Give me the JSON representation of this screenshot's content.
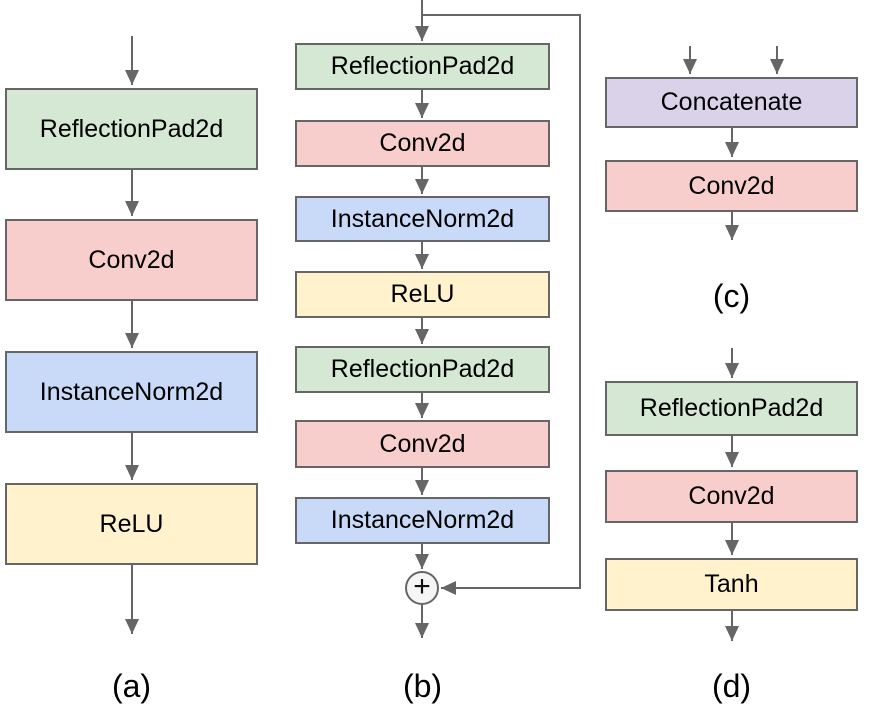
{
  "colors": {
    "reflection_pad_fill": "#d5e8d4",
    "conv_fill": "#f8cecc",
    "instance_norm_fill": "#c9daf8",
    "activation_fill": "#fff2cc",
    "concatenate_fill": "#d9d2e9",
    "box_border": "#666666",
    "connector_line": "#666666",
    "plus_circle_fill": "#f5f5f5",
    "text": "#000000"
  },
  "columns": {
    "a": {
      "label": "(a)",
      "blocks": [
        "ReflectionPad2d",
        "Conv2d",
        "InstanceNorm2d",
        "ReLU"
      ]
    },
    "b": {
      "label": "(b)",
      "blocks": [
        "ReflectionPad2d",
        "Conv2d",
        "InstanceNorm2d",
        "ReLU",
        "ReflectionPad2d",
        "Conv2d",
        "InstanceNorm2d"
      ],
      "plus": "+"
    },
    "c": {
      "label": "(c)",
      "blocks": [
        "Concatenate",
        "Conv2d"
      ]
    },
    "d": {
      "label": "(d)",
      "blocks": [
        "ReflectionPad2d",
        "Conv2d",
        "Tanh"
      ]
    }
  }
}
